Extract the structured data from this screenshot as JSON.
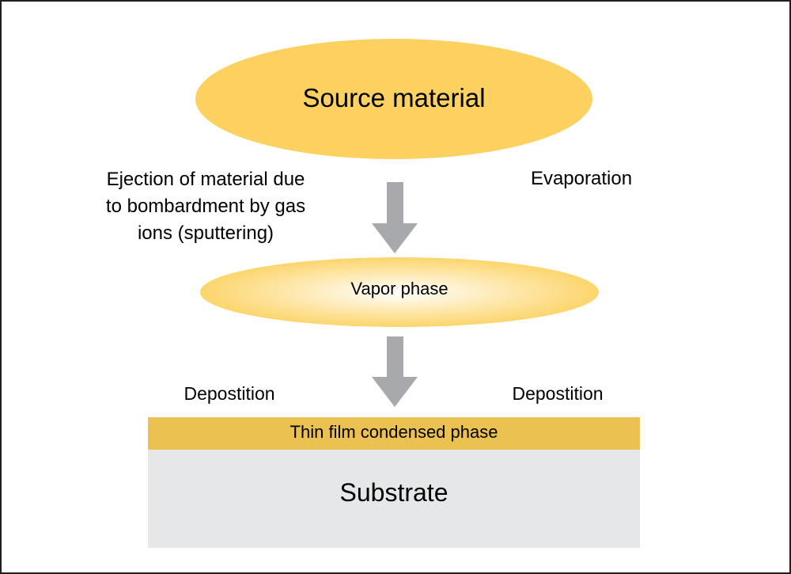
{
  "diagram": {
    "nodes": {
      "source": {
        "label": "Source material",
        "color": "#fcd15f"
      },
      "vapor": {
        "label": "Vapor phase",
        "color_edge": "#fcd56c",
        "color_center": "#ffffff"
      },
      "thin_film": {
        "label": "Thin film condensed phase",
        "color": "#ebc152"
      },
      "substrate": {
        "label": "Substrate",
        "color": "#e6e7e8"
      }
    },
    "annotations": {
      "sputtering": "Ejection of material due\nto bombardment by gas\nions (sputtering)",
      "sputtering_lines": [
        "Ejection of material due",
        "to bombardment by gas",
        "ions (sputtering)"
      ],
      "evaporation": "Evaporation",
      "deposition_left": "Depostition",
      "deposition_right": "Depostition"
    },
    "edges": [
      {
        "from": "source",
        "to": "vapor",
        "icon": "arrow-down-icon"
      },
      {
        "from": "vapor",
        "to": "thin_film",
        "icon": "arrow-down-icon"
      }
    ],
    "colors": {
      "arrow": "#a7a9ac",
      "border": "#231f20",
      "text": "#000000"
    }
  }
}
